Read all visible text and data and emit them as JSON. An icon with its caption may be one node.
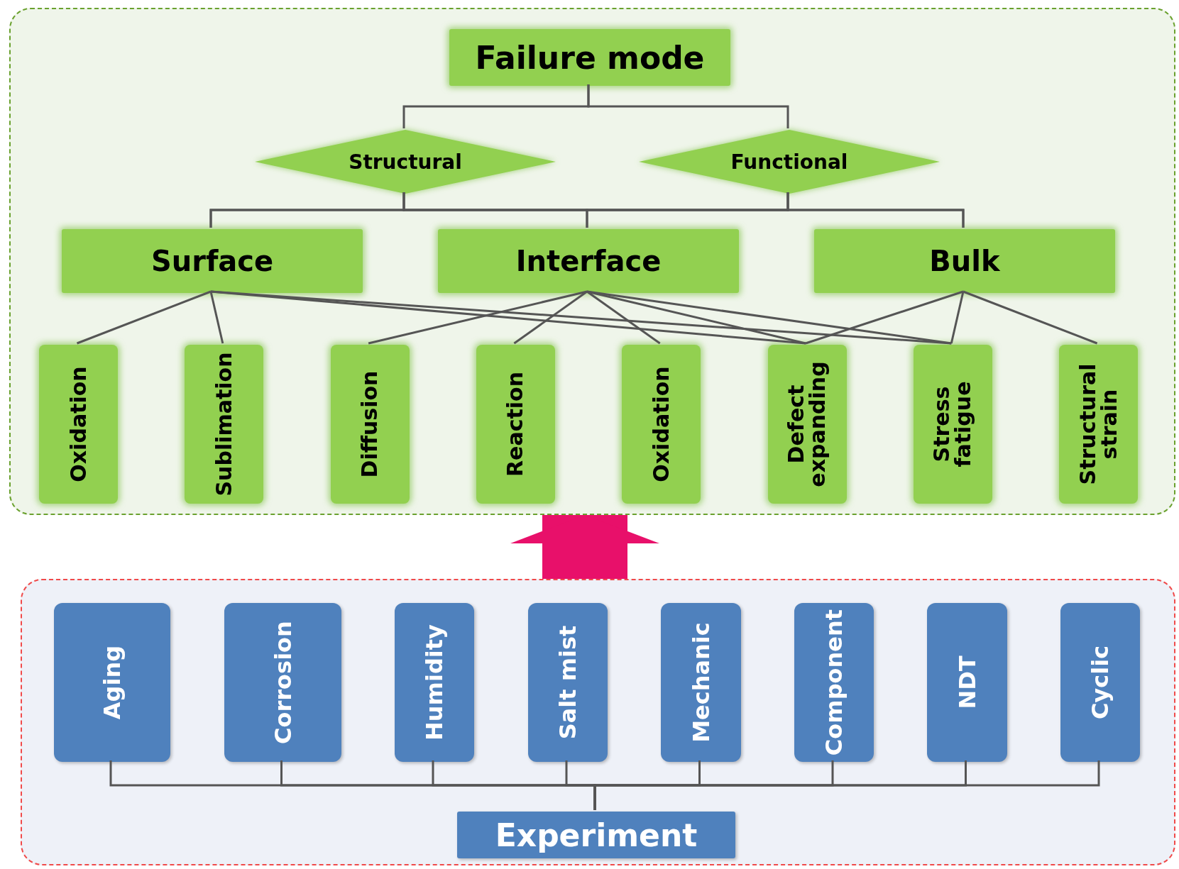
{
  "diagram": {
    "nodes": [
      {
        "text": [],
        "shape": "box"
      },
      {
        "text": [
          "Failure mode"
        ],
        "in": 0
      },
      {
        "text": [
          "Structural"
        ],
        "in": 0
      },
      {
        "text": [
          "Functional"
        ],
        "in": 0
      },
      {
        "text": [
          "Surface"
        ],
        "in": 0
      },
      {
        "text": [
          "Interface"
        ],
        "in": 0
      },
      {
        "text": [
          "Bulk"
        ],
        "in": 0
      },
      {
        "text": [
          "Oxidation"
        ],
        "in": 0
      },
      {
        "text": [
          "Sublimation"
        ],
        "in": 0
      },
      {
        "text": [
          "Diffusion"
        ],
        "in": 0
      },
      {
        "text": [
          "Reaction"
        ],
        "in": 0
      },
      {
        "text": [
          "Oxidation"
        ],
        "in": 0
      },
      {
        "text": [
          "Defect expanding"
        ],
        "in": 0
      },
      {
        "text": [
          "Stress fatigue"
        ],
        "in": 0
      },
      {
        "text": [
          "Structural strain"
        ],
        "in": 0
      },
      {
        "text": [],
        "shape": "box"
      },
      {
        "text": [
          "Aging"
        ],
        "in": 15
      },
      {
        "text": [
          "Corrosion"
        ],
        "in": 15
      },
      {
        "text": [
          "Humidity"
        ],
        "in": 15
      },
      {
        "text": [
          "Salt mist"
        ],
        "in": 15
      },
      {
        "text": [
          "Mechanic"
        ],
        "in": 15
      },
      {
        "text": [
          "Component"
        ],
        "in": 15
      },
      {
        "text": [
          "NDT"
        ],
        "in": 15
      },
      {
        "text": [
          "Cyclic"
        ],
        "in": 15
      },
      {
        "text": [
          "Experiment"
        ],
        "in": 15
      }
    ],
    "edges": [
      {
        "from": 1,
        "to": 2,
        "arrow": "none"
      },
      {
        "from": 1,
        "to": 3,
        "arrow": "none"
      },
      {
        "from": 2,
        "to": 4,
        "arrow": "none"
      },
      {
        "from": 2,
        "to": 5,
        "arrow": "none"
      },
      {
        "from": 2,
        "to": 6,
        "arrow": "none"
      },
      {
        "from": 3,
        "to": 4,
        "arrow": "none"
      },
      {
        "from": 3,
        "to": 5,
        "arrow": "none"
      },
      {
        "from": 3,
        "to": 6,
        "arrow": "none"
      },
      {
        "from": 4,
        "to": 7,
        "arrow": "none"
      },
      {
        "from": 4,
        "to": 8,
        "arrow": "none"
      },
      {
        "from": 4,
        "to": 12,
        "arrow": "none"
      },
      {
        "from": 4,
        "to": 13,
        "arrow": "none"
      },
      {
        "from": 5,
        "to": 9,
        "arrow": "none"
      },
      {
        "from": 5,
        "to": 10,
        "arrow": "none"
      },
      {
        "from": 5,
        "to": 11,
        "arrow": "none"
      },
      {
        "from": 5,
        "to": 12,
        "arrow": "none"
      },
      {
        "from": 5,
        "to": 13,
        "arrow": "none"
      },
      {
        "from": 6,
        "to": 12,
        "arrow": "none"
      },
      {
        "from": 6,
        "to": 13,
        "arrow": "none"
      },
      {
        "from": 6,
        "to": 14,
        "arrow": "none"
      },
      {
        "from": 24,
        "to": 16,
        "arrow": "none"
      },
      {
        "from": 24,
        "to": 17,
        "arrow": "none"
      },
      {
        "from": 24,
        "to": 18,
        "arrow": "none"
      },
      {
        "from": 24,
        "to": 19,
        "arrow": "none"
      },
      {
        "from": 24,
        "to": 20,
        "arrow": "none"
      },
      {
        "from": 24,
        "to": 21,
        "arrow": "none"
      },
      {
        "from": 24,
        "to": 22,
        "arrow": "none"
      },
      {
        "from": 24,
        "to": 23,
        "arrow": "none"
      },
      {
        "from": 15,
        "to": 0,
        "arrow": "to",
        "style": "thick",
        "color": "#e8106a"
      }
    ]
  }
}
